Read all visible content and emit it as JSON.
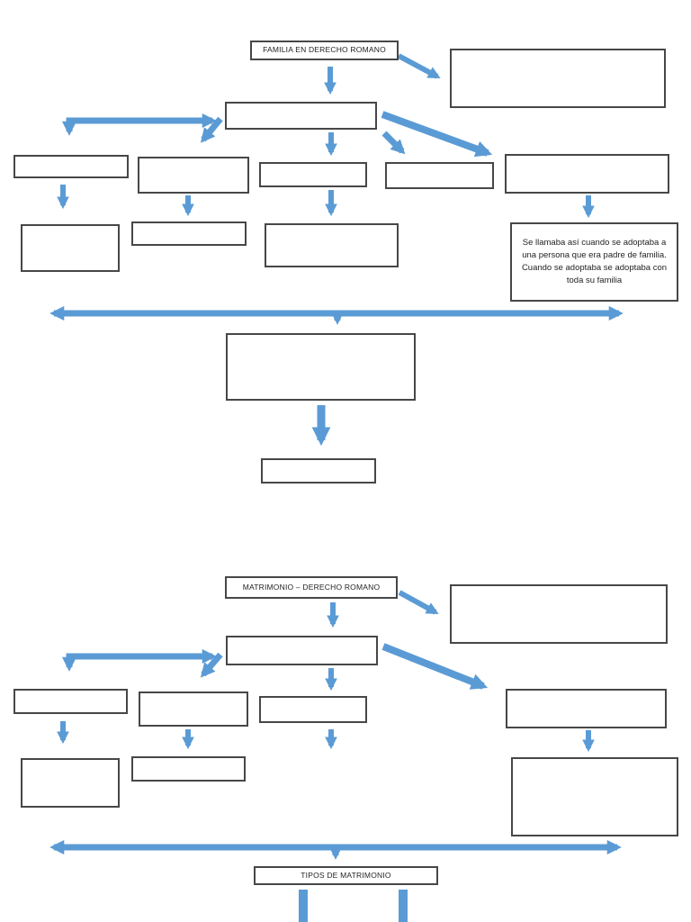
{
  "colors": {
    "arrow": "#5b9bd5",
    "border": "#474747",
    "text": "#1f1f1f",
    "page_bg": "#ffffff"
  },
  "familia": {
    "title": "FAMILIA EN DERECHO ROMANO",
    "adoption_note": "Se llamaba así cuando se adoptaba a una persona que era padre de familia. Cuando se adoptaba se adoptaba con toda su familia"
  },
  "matrimonio": {
    "title": "MATRIMONIO – DERECHO ROMANO",
    "tipos_label": "TIPOS DE MATRIMONIO"
  }
}
